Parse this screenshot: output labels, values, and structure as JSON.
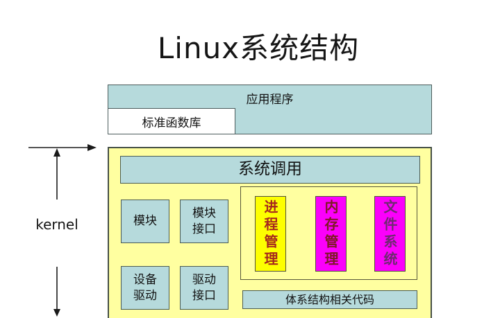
{
  "title": "Linux系统结构",
  "side": {
    "kernel_label": "kernel"
  },
  "diagram": {
    "application": "应用程序",
    "stdlib": "标准函数库",
    "syscall": "系统调用",
    "module": "模块",
    "module_interface": "模块接口",
    "device_driver": "设备驱动",
    "driver_interface": "驱动接口",
    "process_mgmt": "进程管理",
    "memory_mgmt": "内存管理",
    "file_system": "文件系统",
    "arch_code": "体系结构相关代码"
  },
  "colors": {
    "box_cyan": "#b6dadc",
    "kernel_yellow": "#ffffa0",
    "bright_yellow": "#fdff00",
    "magenta": "#fb00fb",
    "process_text": "#a6281e",
    "memory_text": "#7d1a24",
    "file_text": "#6e2a70",
    "border_dark": "#4a5a52",
    "title_text": "#151515"
  }
}
